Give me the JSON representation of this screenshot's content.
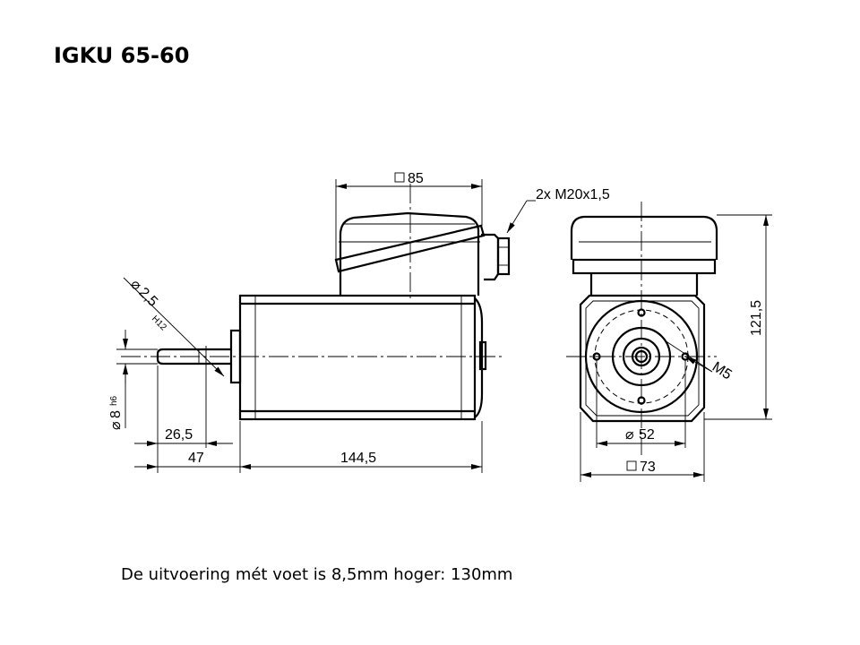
{
  "title": "IGKU 65-60",
  "note": "De uitvoering mét voet is 8,5mm hoger: 130mm",
  "dimensions": {
    "box_width": "85",
    "cable_gland": "2x M20x1,5",
    "shaft_hole": "2,5",
    "shaft_hole_tol": "H12",
    "shaft_diameter": "8",
    "shaft_tol": "h6",
    "shaft_length": "26,5",
    "front_length": "47",
    "body_length": "144,5",
    "height": "121,5",
    "thread": "M5",
    "bolt_circle": "52",
    "flange_square": "73"
  }
}
